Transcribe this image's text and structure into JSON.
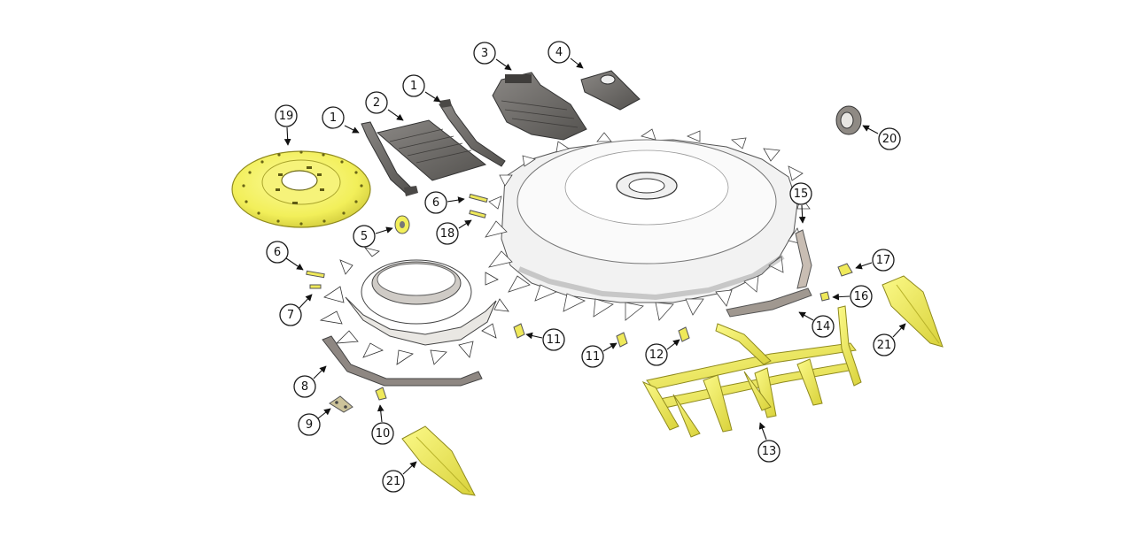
{
  "diagram": {
    "part_labels": [
      "1",
      "1",
      "2",
      "3",
      "4",
      "5",
      "6",
      "6",
      "7",
      "8",
      "9",
      "10",
      "11",
      "11",
      "12",
      "13",
      "14",
      "15",
      "16",
      "17",
      "18",
      "19",
      "20",
      "21",
      "21"
    ],
    "colors": {
      "yellow_parts": "#f2ef5a",
      "yellow_dark": "#b9b42a",
      "gray_parts": "#6f6d6a",
      "light_parts": "#f4f4f4",
      "steel": "#8a8580"
    }
  }
}
